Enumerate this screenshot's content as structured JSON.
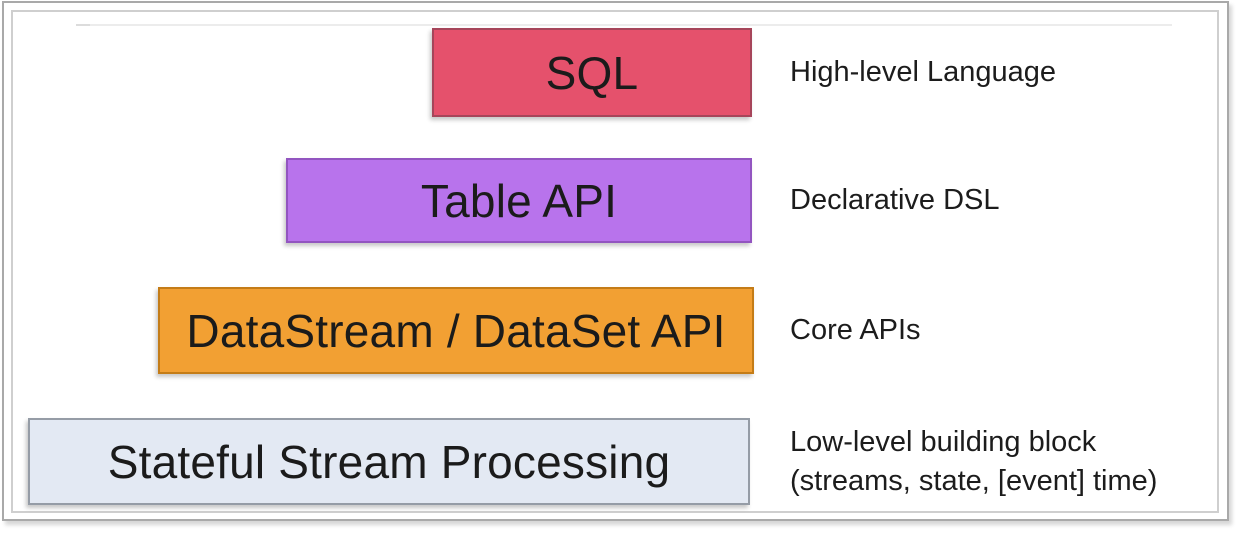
{
  "page": {
    "background": "#ffffff",
    "frame_border_color": "#a9a9a9",
    "card_border_color": "#cfcfcf"
  },
  "diagram": {
    "name": "api-stack-diagram",
    "text_color": "#1b1b1b",
    "layers": [
      {
        "id": "sql",
        "label": "SQL",
        "annotation_lines": [
          "High-level Language"
        ],
        "fill": "#e5516c",
        "border_color": "#a6455a"
      },
      {
        "id": "table-api",
        "label": "Table API",
        "annotation_lines": [
          "Declarative DSL"
        ],
        "fill": "#b873ec",
        "border_color": "#9255c0"
      },
      {
        "id": "datastream-dataset-api",
        "label": "DataStream / DataSet API",
        "annotation_lines": [
          "Core APIs"
        ],
        "fill": "#f2a033",
        "border_color": "#c47c17"
      },
      {
        "id": "stateful-stream-processing",
        "label": "Stateful Stream Processing",
        "annotation_lines": [
          "Low-level building block",
          "(streams, state, [event] time)"
        ],
        "fill": "#e3e9f3",
        "border_color": "#959ca6"
      }
    ]
  }
}
